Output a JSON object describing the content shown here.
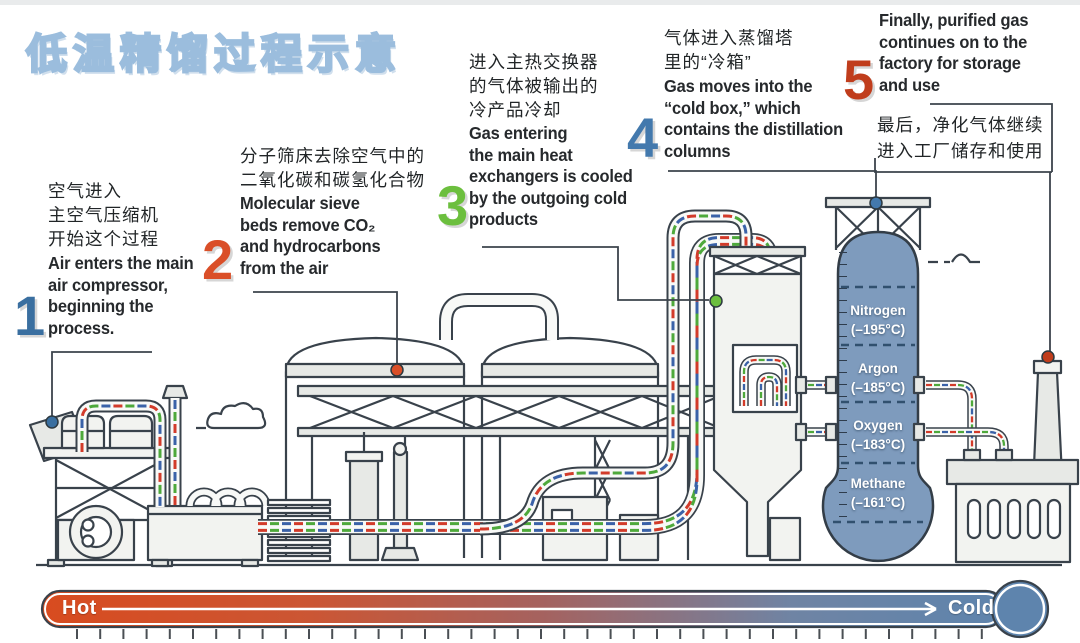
{
  "title": "低温精馏过程示意",
  "steps": [
    {
      "number": "1",
      "color": "#3a6fa0",
      "zh": "空气进入\n主空气压缩机\n开始这个过程",
      "en": "Air enters the main\nair compressor,\nbeginning the\nprocess."
    },
    {
      "number": "2",
      "color": "#da4f28",
      "zh": "分子筛床去除空气中的\n二氧化碳和碳氢化合物",
      "en": "Molecular sieve\nbeds remove CO₂\nand hydrocarbons\nfrom the air"
    },
    {
      "number": "3",
      "color": "#6cbf3e",
      "zh": "进入主热交换器\n的气体被输出的\n冷产品冷却",
      "en": "Gas entering\nthe main heat\nexchangers is cooled\nby the outgoing cold\nproducts"
    },
    {
      "number": "4",
      "color": "#4379ad",
      "zh": "气体进入蒸馏塔\n里的“冷箱”",
      "en": "Gas moves into the\n“cold box,” which\ncontains the distillation\ncolumns"
    },
    {
      "number": "5",
      "color": "#c03d1c",
      "en": "Finally, purified gas\ncontinues on to the\nfactory for storage\nand use",
      "zh": "最后，净化气体继续\n进入工厂储存和使用"
    }
  ],
  "distillation_column": {
    "gases": [
      {
        "name": "Nitrogen",
        "temp": "(–195°C)"
      },
      {
        "name": "Argon",
        "temp": "(–185°C)"
      },
      {
        "name": "Oxygen",
        "temp": "(–183°C)"
      },
      {
        "name": "Methane",
        "temp": "(–161°C)"
      }
    ],
    "fill_color": "#7e9bbd"
  },
  "temperature_bar": {
    "hot_label": "Hot",
    "cold_label": "Cold",
    "hot_color": "#d84b1f",
    "cold_color": "#5e84ad"
  },
  "pipe_flow_colors": {
    "red": "#d23b2a",
    "green": "#4ea93b",
    "blue": "#3a62a8"
  }
}
